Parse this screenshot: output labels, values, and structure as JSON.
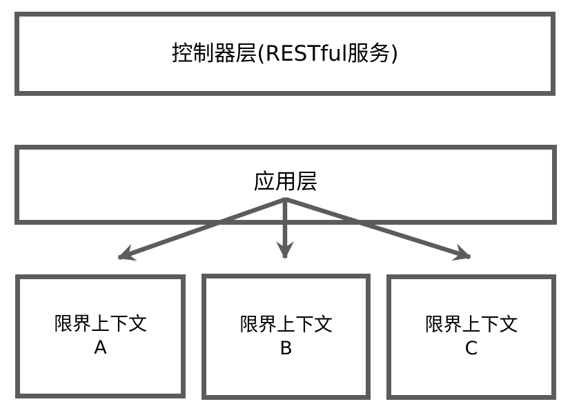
{
  "diagram": {
    "background": "#ffffff",
    "colors": {
      "box_border": "#5c5c5c",
      "arrow": "#5c5c5c",
      "text": "#000000"
    },
    "layers": {
      "controller": {
        "label": "控制器层(RESTful服务)"
      },
      "application": {
        "label": "应用层"
      }
    },
    "contexts": [
      {
        "name": "限界上下文",
        "suffix": "A"
      },
      {
        "name": "限界上下文",
        "suffix": "B"
      },
      {
        "name": "限界上下文",
        "suffix": "C"
      }
    ],
    "edges": [
      {
        "from": "应用层",
        "to": "限界上下文 A",
        "style": "arrow"
      },
      {
        "from": "应用层",
        "to": "限界上下文 B",
        "style": "arrow"
      },
      {
        "from": "应用层",
        "to": "限界上下文 C",
        "style": "arrow"
      }
    ]
  }
}
